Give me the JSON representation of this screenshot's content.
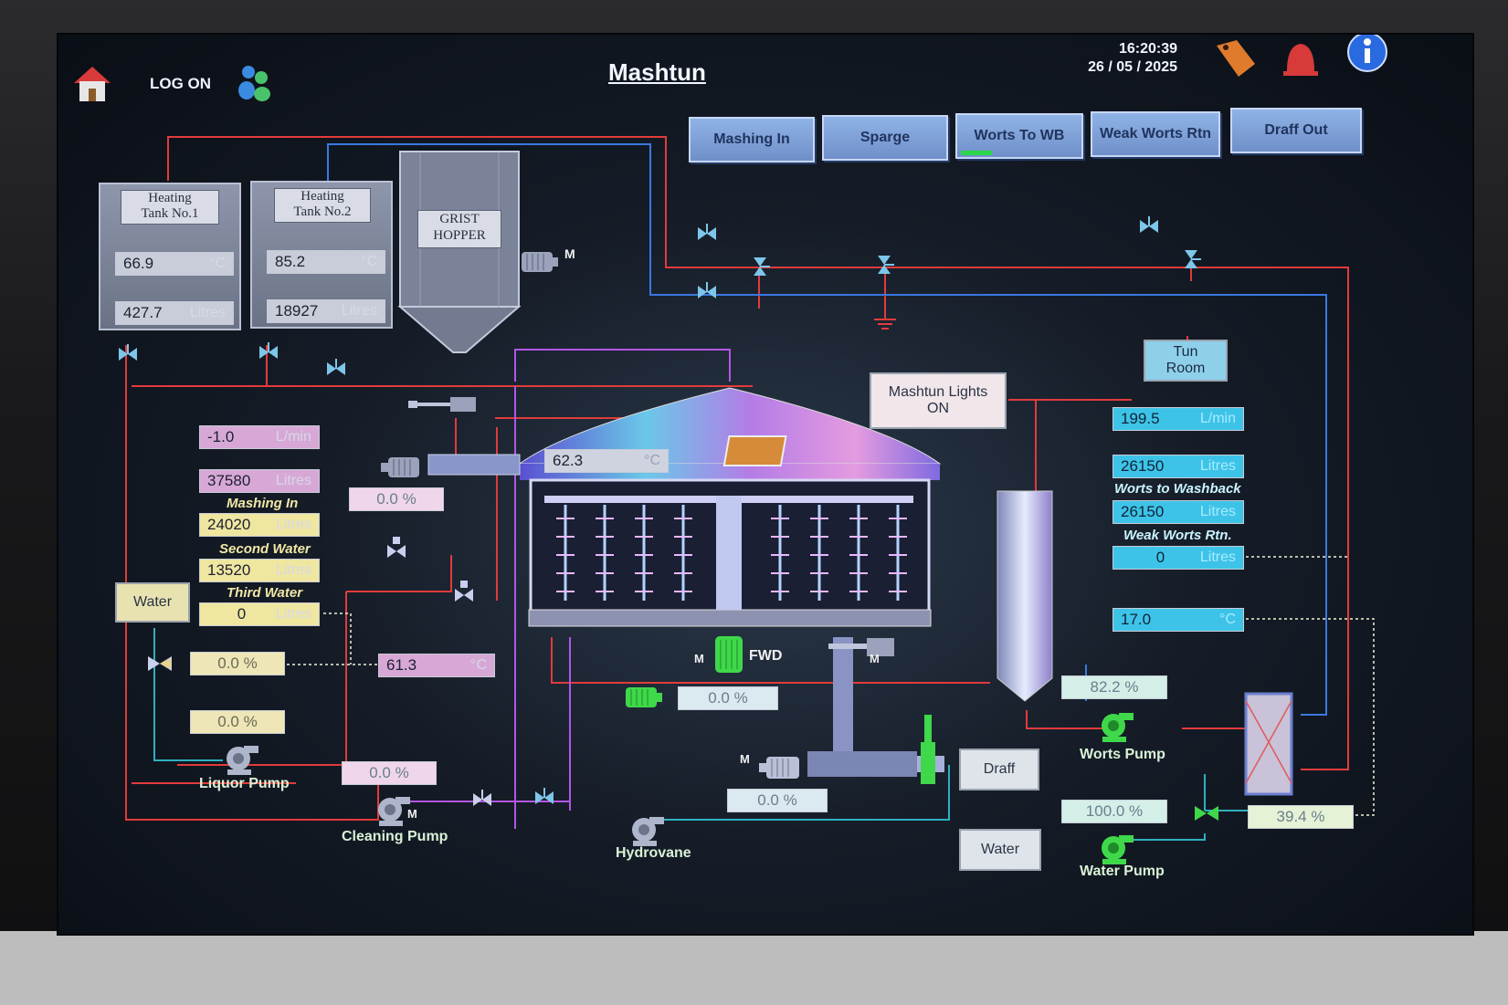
{
  "header": {
    "log_on_label": "LOG ON",
    "title": "Mashtun",
    "time": "16:20:39",
    "date": "26 / 05 / 2025",
    "icons": [
      "home-icon",
      "users-icon",
      "tag-icon",
      "alarm-bell-icon",
      "info-icon"
    ]
  },
  "nav": {
    "buttons": [
      {
        "label": "Mashing In",
        "active": false
      },
      {
        "label": "Sparge",
        "active": false
      },
      {
        "label": "Worts To WB",
        "active": true
      },
      {
        "label": "Weak Worts Rtn",
        "active": false
      },
      {
        "label": "Draff Out",
        "active": false
      }
    ]
  },
  "tanks": {
    "tank1": {
      "label_line1": "Heating",
      "label_line2": "Tank No.1",
      "temp": "66.9",
      "temp_unit": "°C",
      "volume": "427.7",
      "volume_unit": "Litres"
    },
    "tank2": {
      "label_line1": "Heating",
      "label_line2": "Tank No.2",
      "temp": "85.2",
      "temp_unit": "°C",
      "volume": "18927",
      "volume_unit": "Litres"
    },
    "hopper": {
      "label_line1": "GRIST",
      "label_line2": "HOPPER"
    }
  },
  "motor_label": "M",
  "left_panel": {
    "flow": {
      "value": "-1.0",
      "unit": "L/min"
    },
    "total": {
      "value": "37580",
      "unit": "Litres"
    },
    "mashing_in_label": "Mashing In",
    "mashing_in": {
      "value": "24020",
      "unit": "Litres"
    },
    "second_water_label": "Second Water",
    "second_water": {
      "value": "13520",
      "unit": "Litres"
    },
    "third_water_label": "Third Water",
    "third_water": {
      "value": "0",
      "unit": "Litres"
    },
    "water_button": "Water",
    "valve_pct": "0.0 %",
    "pct_low": "0.0 %",
    "liquor_temp": {
      "value": "61.3",
      "unit": "°C"
    },
    "screw_pct": "0.0 %",
    "cleaning_pct": "0.0 %"
  },
  "mashtun": {
    "temp": {
      "value": "62.3",
      "unit": "°C"
    },
    "lights_line1": "Mashtun Lights",
    "lights_line2": "ON",
    "fwd_label": "FWD",
    "rake_pct": "0.0 %",
    "draff_pct": "0.0 %",
    "draff_button": "Draff"
  },
  "right_panel": {
    "tun_room_line1": "Tun",
    "tun_room_line2": "Room",
    "flow": {
      "value": "199.5",
      "unit": "L/min"
    },
    "total": {
      "value": "26150",
      "unit": "Litres"
    },
    "worts_to_washback_label": "Worts to Washback",
    "worts_to_washback": {
      "value": "26150",
      "unit": "Litres"
    },
    "weak_worts_label": "Weak Worts Rtn.",
    "weak_worts": {
      "value": "0",
      "unit": "Litres"
    },
    "temp": {
      "value": "17.0",
      "unit": "°C"
    },
    "worts_pump_pct": "82.2 %",
    "water_pump_pct": "100.0 %",
    "hx_valve_pct": "39.4 %",
    "water_button": "Water"
  },
  "pumps": {
    "liquor": "Liquor Pump",
    "cleaning": "Cleaning Pump",
    "hydrovane": "Hydrovane",
    "worts": "Worts Pump",
    "water": "Water Pump"
  },
  "colors": {
    "hot_pipe": "#e23b3b",
    "cold_pipe": "#3a78e0",
    "purple_pipe": "#b356e6",
    "teal_pipe": "#2fb0c0",
    "value_blue": "#3ec3e8",
    "pump_green": "#3fd84a"
  }
}
